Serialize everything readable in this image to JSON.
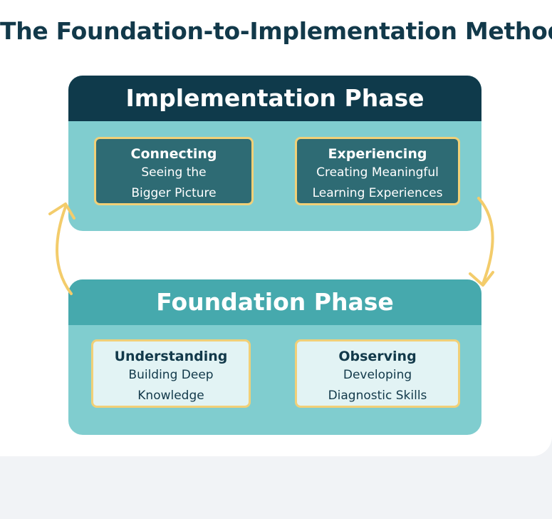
{
  "title": "The Foundation-to-Implementation Method",
  "implementation": {
    "header": "Implementation Phase",
    "boxes": [
      {
        "title": "Connecting",
        "line1": "Seeing the",
        "line2": "Bigger Picture"
      },
      {
        "title": "Experiencing",
        "line1": "Creating Meaningful",
        "line2": "Learning Experiences"
      }
    ]
  },
  "foundation": {
    "header": "Foundation Phase",
    "boxes": [
      {
        "title": "Understanding",
        "line1": "Building Deep",
        "line2": "Knowledge"
      },
      {
        "title": "Observing",
        "line1": "Developing",
        "line2": "Diagnostic Skills"
      }
    ]
  },
  "colors": {
    "title": "#12394a",
    "implementation_header": "#0f3a4b",
    "foundation_header": "#46a9ad",
    "phase_body": "#80cdcf",
    "box_border": "#f1d078",
    "arrow": "#f3cc6b"
  }
}
